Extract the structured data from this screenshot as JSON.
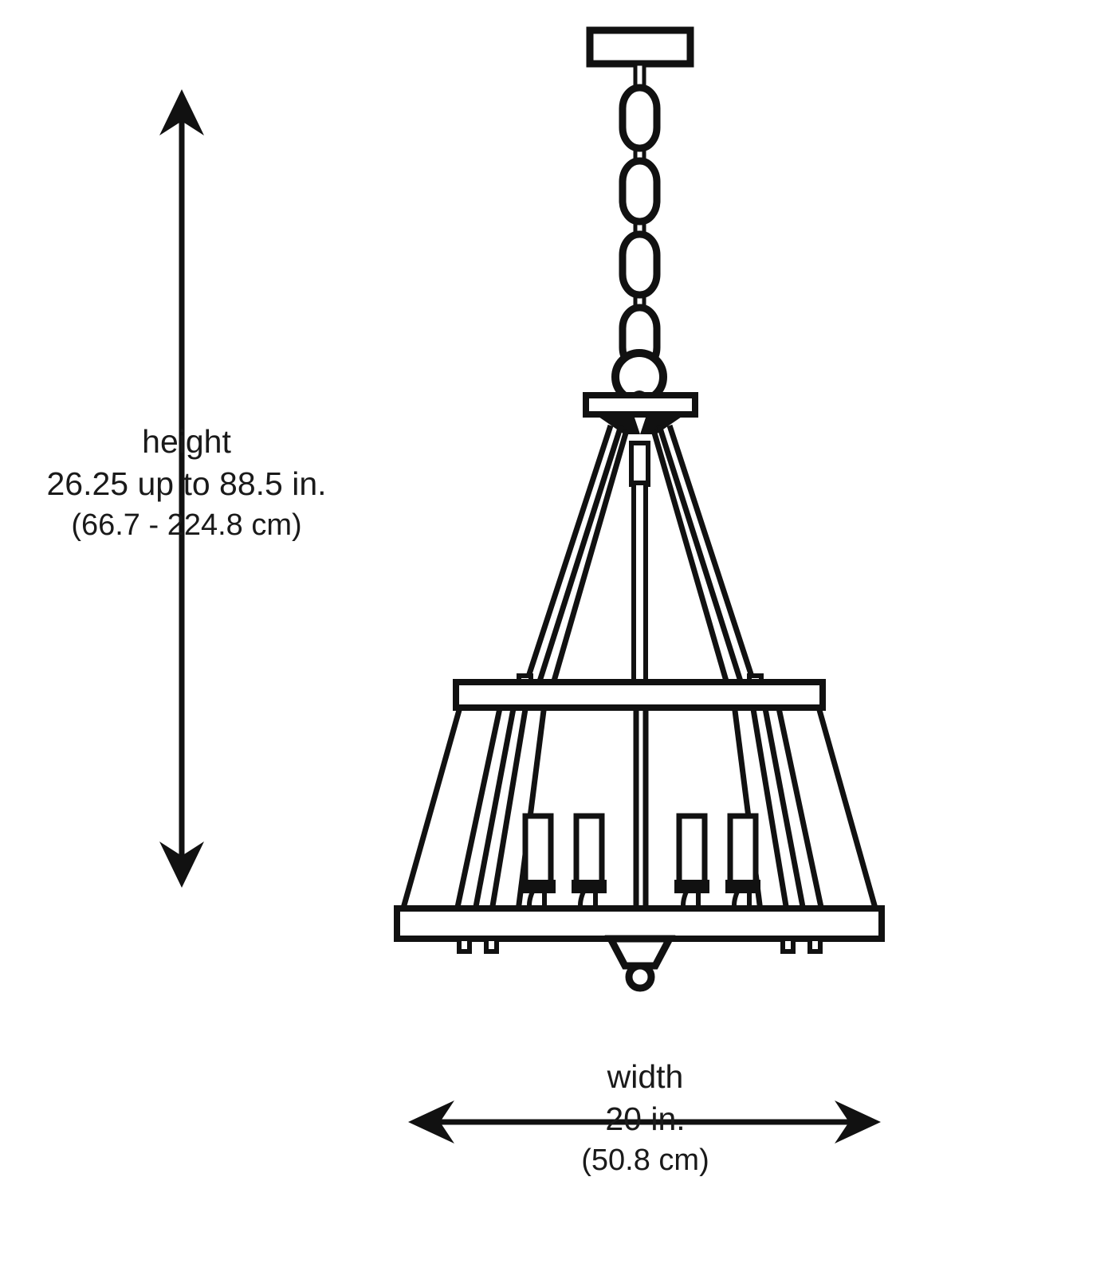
{
  "diagram": {
    "subject": "chandelier-dimension-diagram",
    "background_color": "#ffffff",
    "line_color": "#111111",
    "text_color": "#1a1a1a"
  },
  "height_dimension": {
    "name": "height",
    "label": "height",
    "value_imperial": "26.25 up to 88.5 in.",
    "value_metric": "(66.7 - 224.8 cm)",
    "min_in": 26.25,
    "max_in": 88.5,
    "min_cm": 66.7,
    "max_cm": 224.8,
    "arrow_style": "double-headed-vertical"
  },
  "width_dimension": {
    "name": "width",
    "label": "width",
    "value_imperial": "20 in.",
    "value_metric": "(50.8 cm)",
    "value_in": 20,
    "value_cm": 50.8,
    "arrow_style": "double-headed-horizontal"
  },
  "product": {
    "parts": [
      "canopy",
      "chain",
      "hanging-ring",
      "top-plate",
      "support-arms",
      "center-rod",
      "upper-band",
      "shade-cage",
      "candle-sockets",
      "bottom-rail",
      "bottom-finial"
    ],
    "candle_count": 4
  }
}
